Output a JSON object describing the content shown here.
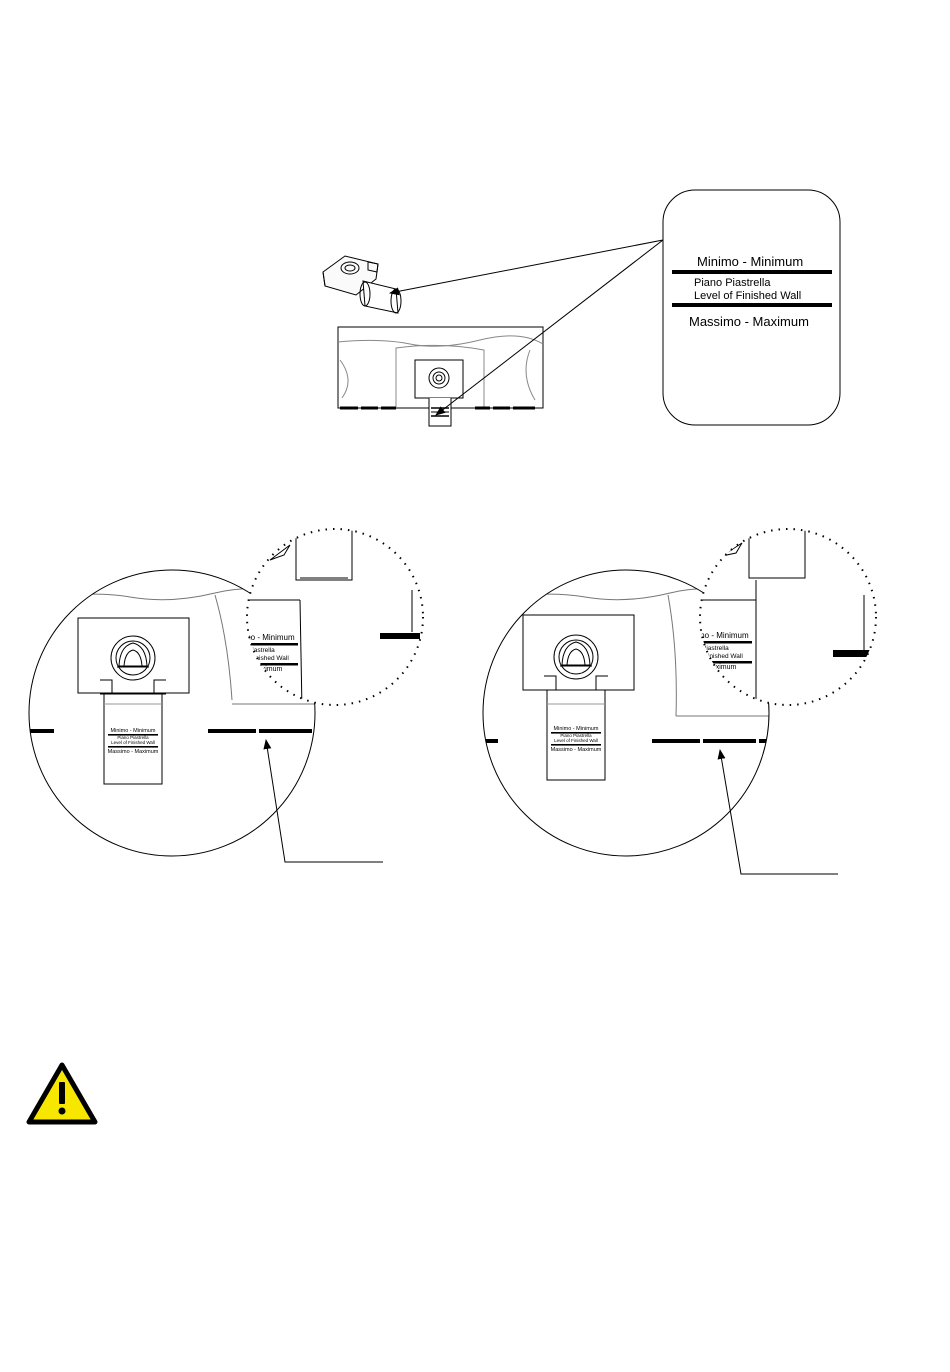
{
  "callout": {
    "minimum": "Minimo - Minimum",
    "piano": "Piano Piastrella",
    "level": "Level of Finished Wall",
    "maximum": "Massimo - Maximum"
  },
  "detail_left": {
    "inset_min": "mo - Minimum",
    "inset_piano": "Piastrella",
    "inset_level": "Finished Wall",
    "inset_max": "Maximum",
    "body_min": "Minimo - Minimum",
    "body_piano": "Piano Piastrella",
    "body_level": "Level of Finished Wall",
    "body_max": "Massimo - Maximum"
  },
  "detail_right": {
    "inset_min": "mo - Minimum",
    "inset_piano": "Piastrella",
    "inset_level": "Finished Wall",
    "inset_max": "Maximum",
    "body_min": "Minimo - Minimum",
    "body_piano": "Piano Piastrella",
    "body_level": "Level of Finished Wall",
    "body_max": "Massimo - Maximum"
  },
  "colors": {
    "line": "#000000",
    "warning_fill": "#f7e600",
    "background": "#ffffff"
  },
  "icons": {
    "warning": "warning-triangle-icon"
  }
}
